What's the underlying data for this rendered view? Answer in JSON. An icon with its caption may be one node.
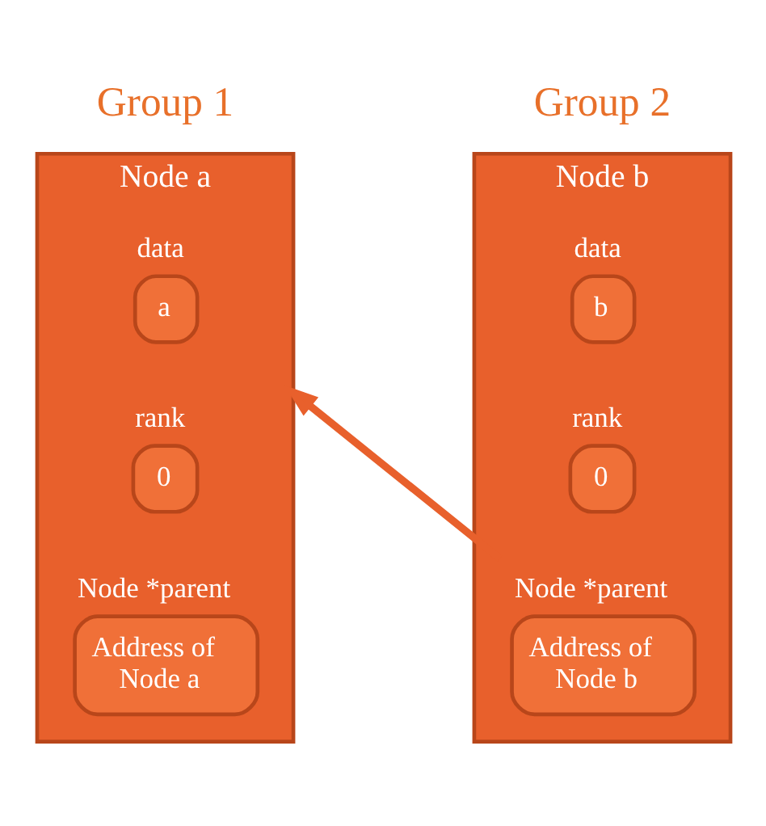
{
  "diagram": {
    "nodes": [
      {
        "text": [
          "Node a"
        ]
      },
      {
        "text": [
          "data",
          "a"
        ],
        "in": 0
      },
      {
        "text": [
          "rank",
          "0"
        ],
        "in": 0
      },
      {
        "text": [
          "Node *parent",
          "Address of Node a"
        ],
        "in": 0
      },
      {
        "text": [
          "Node b"
        ]
      },
      {
        "text": [
          "data",
          "b"
        ],
        "in": 4
      },
      {
        "text": [
          "rank",
          "0"
        ],
        "in": 4
      },
      {
        "text": [
          "Node *parent",
          "Address of Node b"
        ],
        "in": 4
      }
    ],
    "edges": [
      {
        "from": 7,
        "to": 0,
        "arrow": "to"
      }
    ],
    "labels": [
      "Group 1",
      "Group 2"
    ]
  }
}
